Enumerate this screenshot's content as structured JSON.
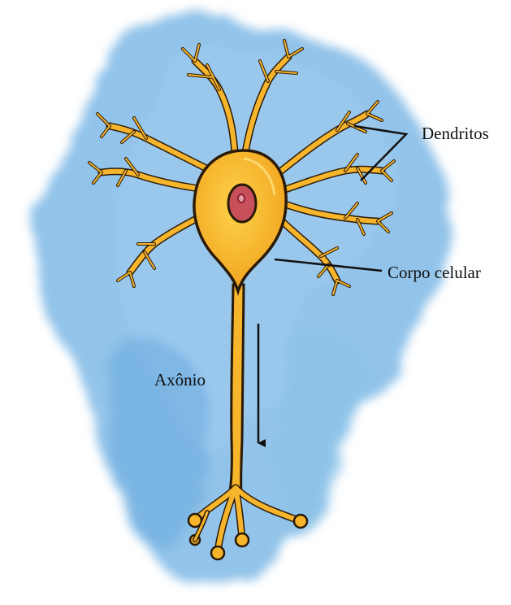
{
  "labels": {
    "dendrites": "Dendritos",
    "cell_body": "Corpo celular",
    "axon": "Axônio"
  },
  "colors": {
    "background_wash": "#7fb8e6",
    "neuron_fill": "#f7b52c",
    "neuron_highlight": "#fcd34a",
    "neuron_outline": "#2a1a08",
    "nucleus": "#c8505a",
    "nucleolus": "#8e2030",
    "label_text": "#111111",
    "arrow": "#111111"
  }
}
